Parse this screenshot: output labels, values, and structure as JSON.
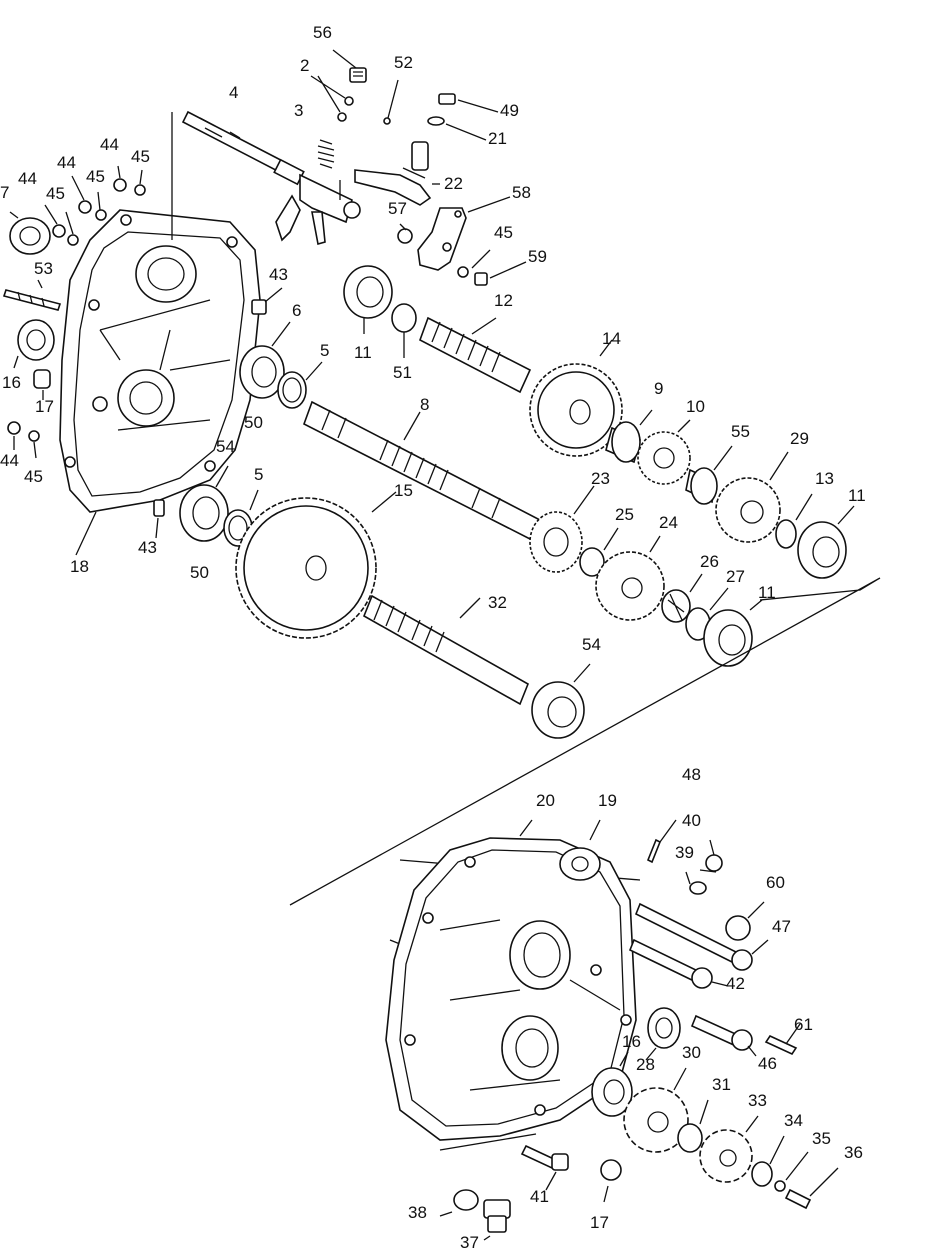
{
  "callouts": [
    {
      "id": "56",
      "text": "56"
    },
    {
      "id": "2",
      "text": "2"
    },
    {
      "id": "52",
      "text": "52"
    },
    {
      "id": "49",
      "text": "49"
    },
    {
      "id": "4",
      "text": "4"
    },
    {
      "id": "3",
      "text": "3"
    },
    {
      "id": "21",
      "text": "21"
    },
    {
      "id": "22",
      "text": "22"
    },
    {
      "id": "58",
      "text": "58"
    },
    {
      "id": "57",
      "text": "57"
    },
    {
      "id": "45a",
      "text": "45"
    },
    {
      "id": "59",
      "text": "59"
    },
    {
      "id": "44a",
      "text": "44"
    },
    {
      "id": "45b",
      "text": "45"
    },
    {
      "id": "44b",
      "text": "44"
    },
    {
      "id": "45c",
      "text": "45"
    },
    {
      "id": "7",
      "text": "7"
    },
    {
      "id": "44c",
      "text": "44"
    },
    {
      "id": "45d",
      "text": "45"
    },
    {
      "id": "53",
      "text": "53"
    },
    {
      "id": "43a",
      "text": "43"
    },
    {
      "id": "6",
      "text": "6"
    },
    {
      "id": "12",
      "text": "12"
    },
    {
      "id": "5a",
      "text": "5"
    },
    {
      "id": "11a",
      "text": "11"
    },
    {
      "id": "51",
      "text": "51"
    },
    {
      "id": "14",
      "text": "14"
    },
    {
      "id": "16a",
      "text": "16"
    },
    {
      "id": "17a",
      "text": "17"
    },
    {
      "id": "50a",
      "text": "50"
    },
    {
      "id": "8",
      "text": "8"
    },
    {
      "id": "9",
      "text": "9"
    },
    {
      "id": "10",
      "text": "10"
    },
    {
      "id": "55",
      "text": "55"
    },
    {
      "id": "29",
      "text": "29"
    },
    {
      "id": "44d",
      "text": "44"
    },
    {
      "id": "45e",
      "text": "45"
    },
    {
      "id": "54a",
      "text": "54"
    },
    {
      "id": "5b",
      "text": "5"
    },
    {
      "id": "15",
      "text": "15"
    },
    {
      "id": "23",
      "text": "23"
    },
    {
      "id": "13",
      "text": "13"
    },
    {
      "id": "11b",
      "text": "11"
    },
    {
      "id": "25",
      "text": "25"
    },
    {
      "id": "24",
      "text": "24"
    },
    {
      "id": "18",
      "text": "18"
    },
    {
      "id": "43b",
      "text": "43"
    },
    {
      "id": "50b",
      "text": "50"
    },
    {
      "id": "26",
      "text": "26"
    },
    {
      "id": "27",
      "text": "27"
    },
    {
      "id": "11c",
      "text": "11"
    },
    {
      "id": "32",
      "text": "32"
    },
    {
      "id": "54b",
      "text": "54"
    },
    {
      "id": "48",
      "text": "48"
    },
    {
      "id": "20",
      "text": "20"
    },
    {
      "id": "19",
      "text": "19"
    },
    {
      "id": "40",
      "text": "40"
    },
    {
      "id": "39",
      "text": "39"
    },
    {
      "id": "60",
      "text": "60"
    },
    {
      "id": "47",
      "text": "47"
    },
    {
      "id": "42",
      "text": "42"
    },
    {
      "id": "61",
      "text": "61"
    },
    {
      "id": "16b",
      "text": "16"
    },
    {
      "id": "46",
      "text": "46"
    },
    {
      "id": "28",
      "text": "28"
    },
    {
      "id": "30",
      "text": "30"
    },
    {
      "id": "31",
      "text": "31"
    },
    {
      "id": "33",
      "text": "33"
    },
    {
      "id": "34",
      "text": "34"
    },
    {
      "id": "35",
      "text": "35"
    },
    {
      "id": "36",
      "text": "36"
    },
    {
      "id": "41",
      "text": "41"
    },
    {
      "id": "17b",
      "text": "17"
    },
    {
      "id": "38",
      "text": "38"
    },
    {
      "id": "37",
      "text": "37"
    }
  ]
}
